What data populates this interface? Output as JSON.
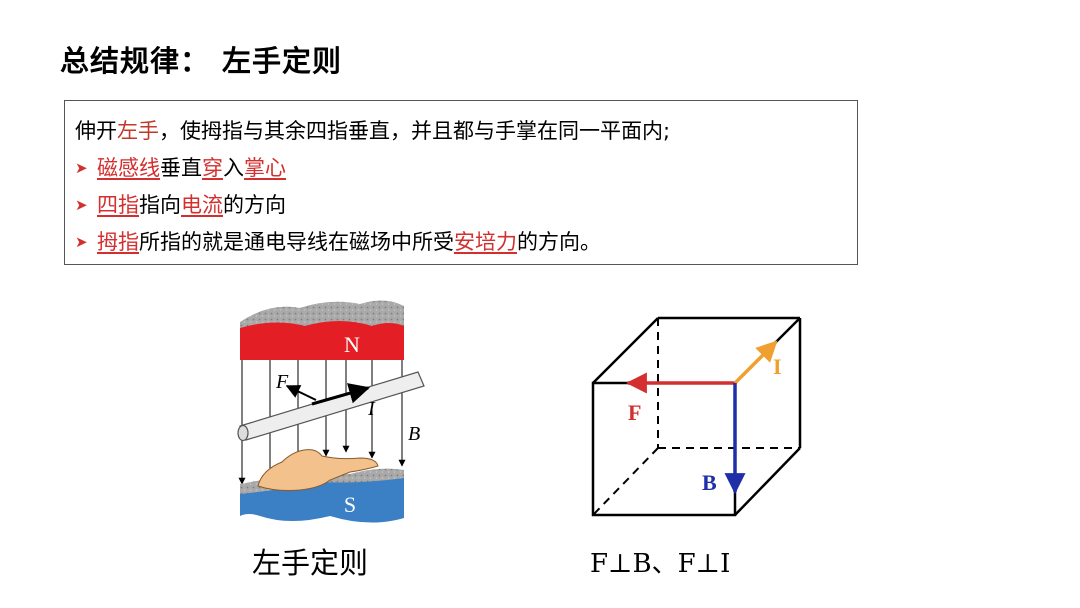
{
  "title": {
    "label": "总结规律：",
    "rule": "左手定则"
  },
  "rule_box": {
    "line1": {
      "pre": "伸开",
      "hl": "左手",
      "post": "，使拇指与其余四指垂直，并且都与手掌在同一平面内;"
    },
    "bullet_icon": "➤",
    "line2": {
      "a": "磁感线",
      "b": "垂直",
      "c": "穿",
      "d": "入",
      "e": "掌心"
    },
    "line3": {
      "a": "四指",
      "b": "指向",
      "c": "电流",
      "d": "的方向"
    },
    "line4": {
      "a": "拇指",
      "b": "所指的就是通电导线在磁场中所受",
      "c": "安培力",
      "d": "的方向。"
    }
  },
  "magnet_figure": {
    "north_label": "N",
    "south_label": "S",
    "force_label": "F",
    "current_label": "I",
    "field_label": "B",
    "caption": "左手定则"
  },
  "cube_figure": {
    "force_label": "F",
    "current_label": "I",
    "field_label": "B",
    "caption": "F⊥B、F⊥I"
  },
  "colors": {
    "highlight": "#d32f2f",
    "north_pole": "#e31e24",
    "south_pole": "#3b7fc4",
    "force_arrow": "#d32f2f",
    "current_arrow": "#f0a030",
    "field_arrow": "#1f2fa8"
  }
}
